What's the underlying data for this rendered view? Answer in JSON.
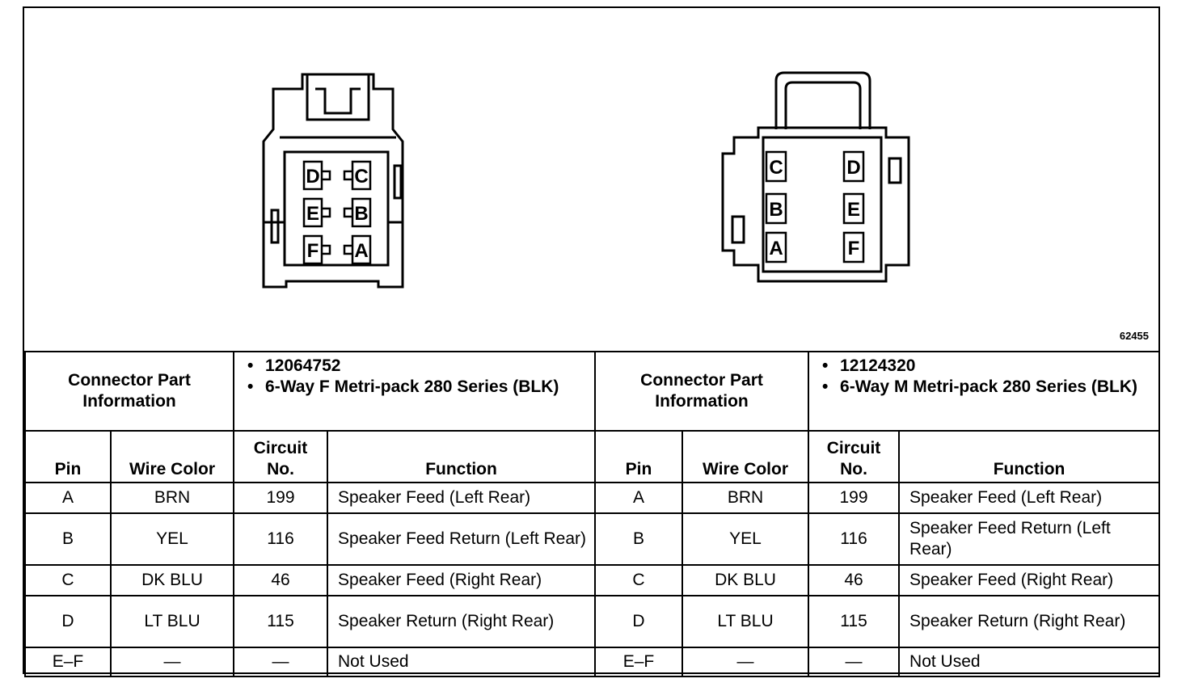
{
  "figure_id": "62455",
  "connectors": [
    {
      "header_label": "Connector Part Information",
      "part_info": [
        "12064752",
        "6-Way F Metri-pack 280 Series (BLK)"
      ],
      "pins_drawn": [
        "D",
        "C",
        "E",
        "B",
        "F",
        "A"
      ]
    },
    {
      "header_label": "Connector Part Information",
      "part_info": [
        "12124320",
        "6-Way M Metri-pack 280 Series (BLK)"
      ],
      "pins_drawn": [
        "C",
        "D",
        "B",
        "E",
        "A",
        "F"
      ]
    }
  ],
  "columns_left": [
    "Pin",
    "Wire Color",
    "Circuit No.",
    "Function"
  ],
  "columns_right": [
    "Pin",
    "Wire Color",
    "Circuit No.",
    "Function"
  ],
  "rows": [
    {
      "pin": "A",
      "wire_color": "BRN",
      "circuit": "199",
      "function": "Speaker Feed (Left Rear)"
    },
    {
      "pin": "B",
      "wire_color": "YEL",
      "circuit": "116",
      "function": "Speaker Feed Return (Left Rear)"
    },
    {
      "pin": "C",
      "wire_color": "DK BLU",
      "circuit": "46",
      "function": "Speaker Feed (Right Rear)"
    },
    {
      "pin": "D",
      "wire_color": "LT BLU",
      "circuit": "115",
      "function": "Speaker Return (Right Rear)"
    },
    {
      "pin": "E–F",
      "wire_color": "—",
      "circuit": "—",
      "function": "Not Used"
    }
  ]
}
